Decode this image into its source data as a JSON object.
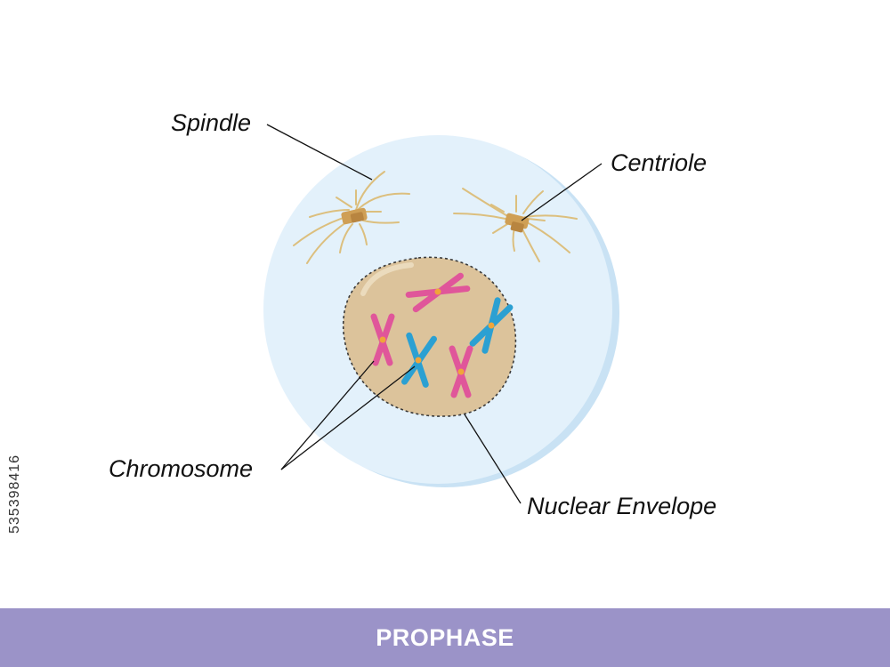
{
  "labels": {
    "spindle": "Spindle",
    "centriole": "Centriole",
    "chromosome": "Chromosome",
    "nuclear_envelope": "Nuclear Envelope"
  },
  "footer": {
    "title": "PROPHASE",
    "band_color": "#9b93c8"
  },
  "side_id": "535398416",
  "colors": {
    "cell_fill": "#e3f1fb",
    "cell_edge": "#c9e2f4",
    "nucleus_fill": "#dcc39b",
    "nucleus_outline": "#3a3a3a",
    "centriole": "#cf9f55",
    "spindle_fibers": "#dcbf7e",
    "chromosome_pink": "#e0569a",
    "chromosome_blue": "#2ba0d2",
    "centromere": "#f0a53a"
  }
}
